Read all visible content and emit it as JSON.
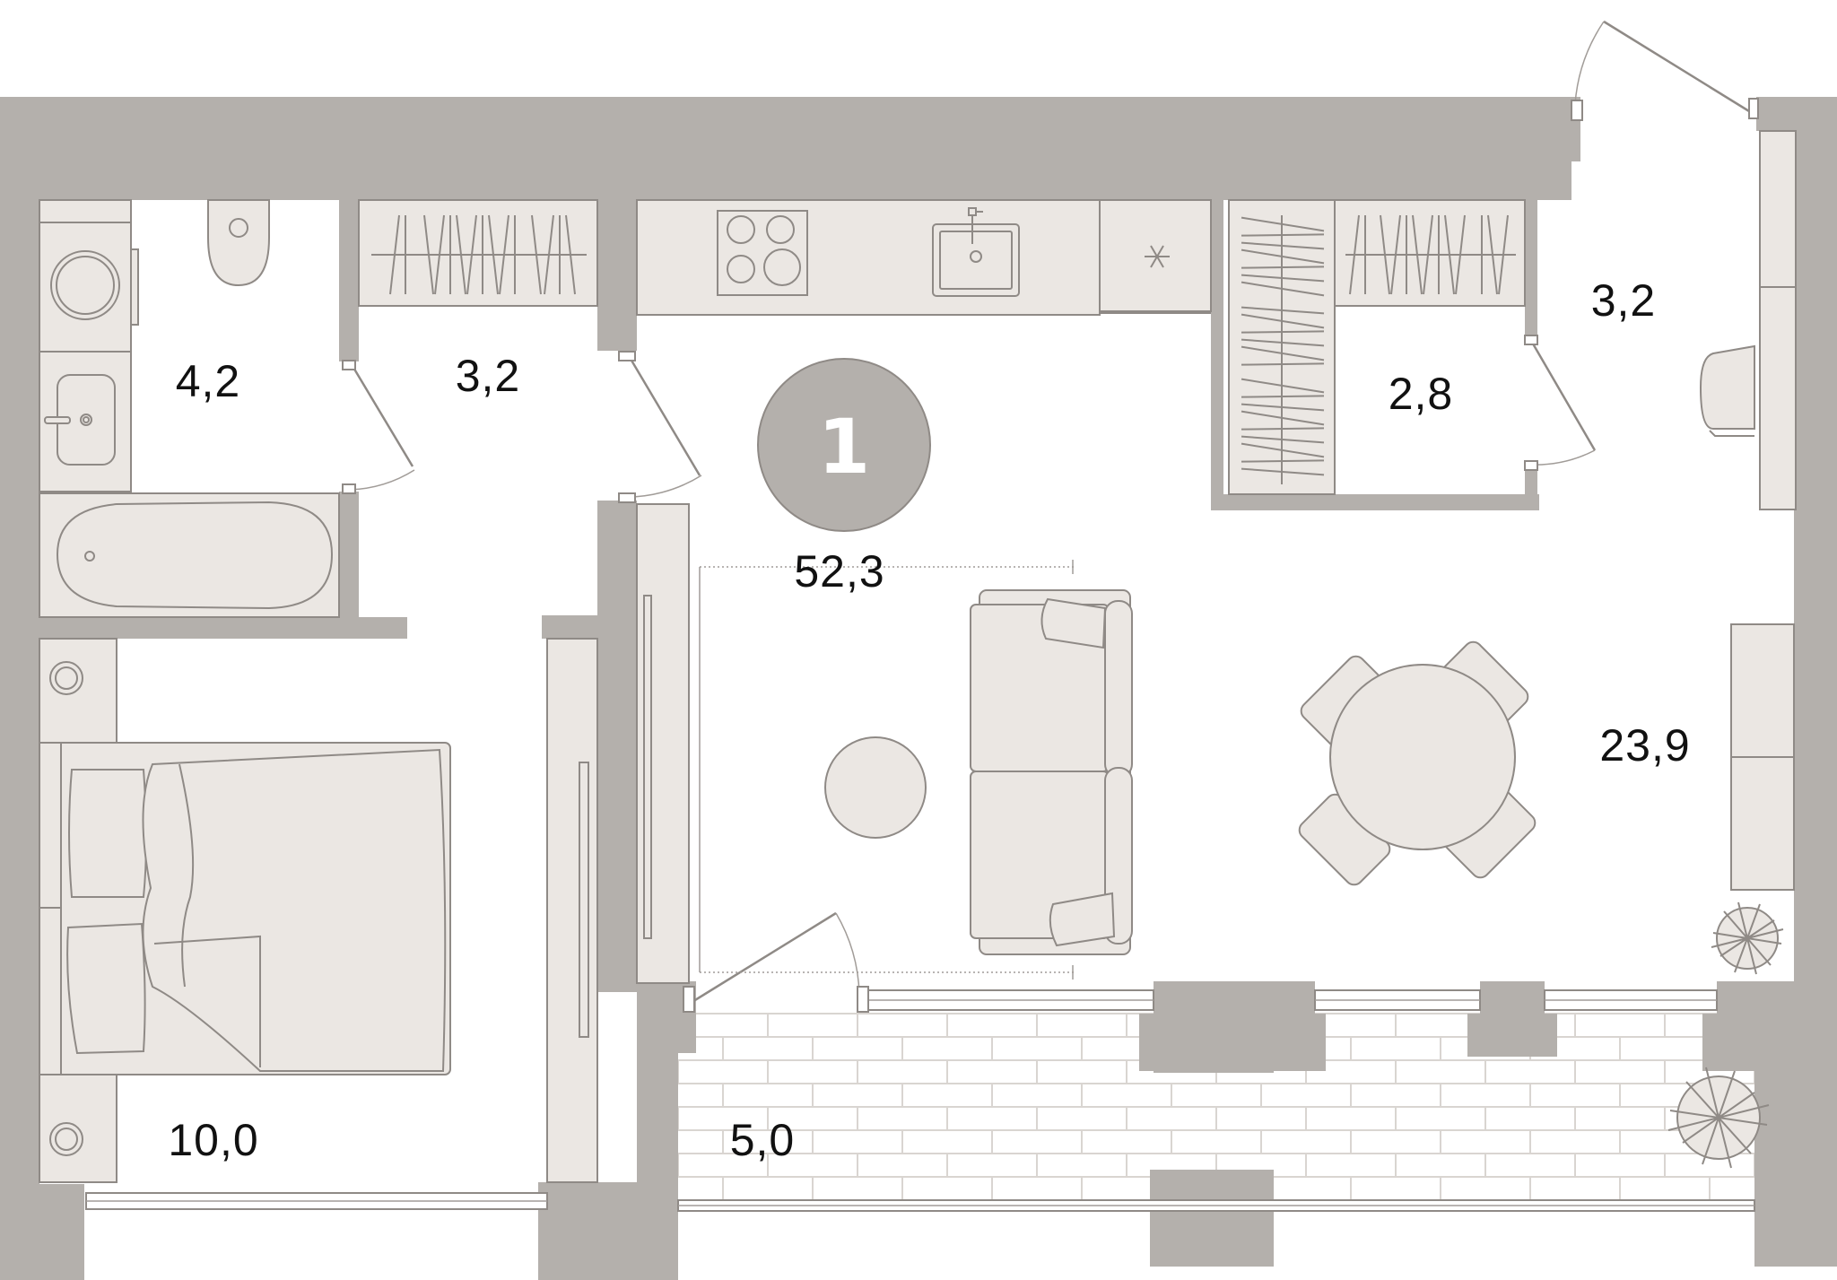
{
  "apartment": {
    "rooms_badge": "1",
    "total_area": "52,3"
  },
  "rooms": [
    {
      "id": "bathroom",
      "area": "4,2"
    },
    {
      "id": "hallway",
      "area": "3,2"
    },
    {
      "id": "closet",
      "area": "2,8"
    },
    {
      "id": "entrance",
      "area": "3,2"
    },
    {
      "id": "living-kitchen",
      "area": "23,9"
    },
    {
      "id": "bedroom",
      "area": "10,0"
    },
    {
      "id": "balcony",
      "area": "5,0"
    }
  ],
  "colors": {
    "wall": "#b4b0ac",
    "furniture_fill": "#ebe7e3",
    "furniture_stroke": "#8f8a86",
    "badge": "#b4b0ac",
    "label_text": "#111111",
    "background": "#ffffff"
  },
  "icons": [
    "snowflake-icon",
    "toilet-icon",
    "sink-icon",
    "stove-icon",
    "plant-icon"
  ]
}
